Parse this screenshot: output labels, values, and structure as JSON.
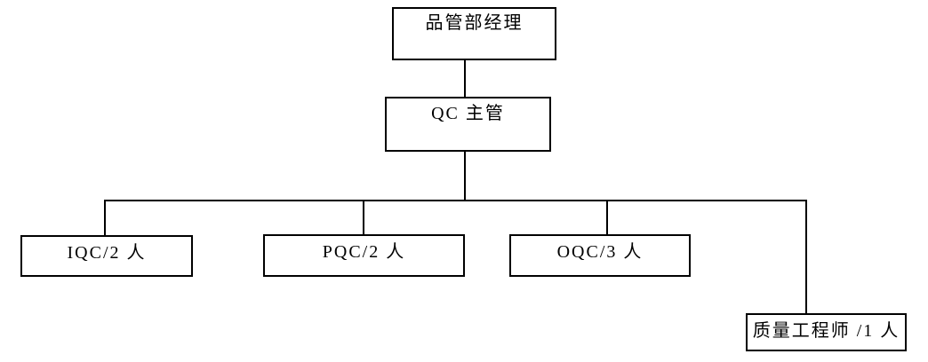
{
  "chart": {
    "type": "org-chart",
    "title": "QC department organization chart",
    "nodes": [
      {
        "id": "manager",
        "label": "品管部经理",
        "level": 1
      },
      {
        "id": "qc-supervisor",
        "label": "QC 主管",
        "level": 2
      },
      {
        "id": "iqc",
        "label": "IQC/2 人",
        "level": 3
      },
      {
        "id": "pqc",
        "label": "PQC/2 人",
        "level": 3
      },
      {
        "id": "oqc",
        "label": "OQC/3 人",
        "level": 3
      },
      {
        "id": "quality-engineer",
        "label": "质量工程师 /1 人",
        "level": 3
      }
    ],
    "edges": [
      {
        "from": "manager",
        "to": "qc-supervisor"
      },
      {
        "from": "qc-supervisor",
        "to": "iqc"
      },
      {
        "from": "qc-supervisor",
        "to": "pqc"
      },
      {
        "from": "qc-supervisor",
        "to": "oqc"
      },
      {
        "from": "qc-supervisor",
        "to": "quality-engineer"
      }
    ]
  },
  "colors": {
    "background": "#ffffff",
    "box_fill": "#ffffff",
    "box_border": "#000000",
    "connector": "#000000",
    "text": "#000000"
  }
}
